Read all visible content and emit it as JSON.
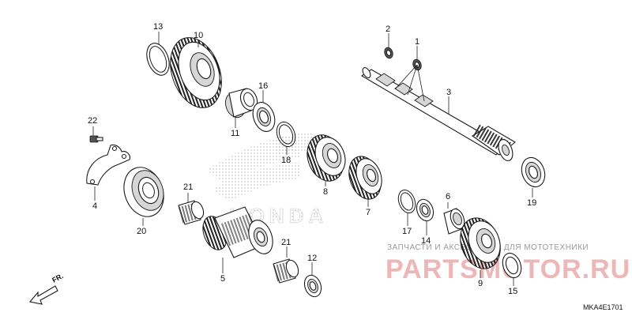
{
  "diagram_code": "MKA4E1701",
  "direction_label": "FR.",
  "watermark": {
    "caption": "ЗАПЧАСТИ И АКСЕССУАРЫ ДЛЯ МОТОТЕХНИКИ",
    "brand": "PARTSMOTOR.RU"
  },
  "logo_text": "HONDA",
  "callouts": [
    "1",
    "2",
    "3",
    "4",
    "5",
    "6",
    "7",
    "8",
    "9",
    "10",
    "11",
    "12",
    "13",
    "14",
    "15",
    "16",
    "17",
    "18",
    "19",
    "20",
    "21",
    "21",
    "22"
  ]
}
